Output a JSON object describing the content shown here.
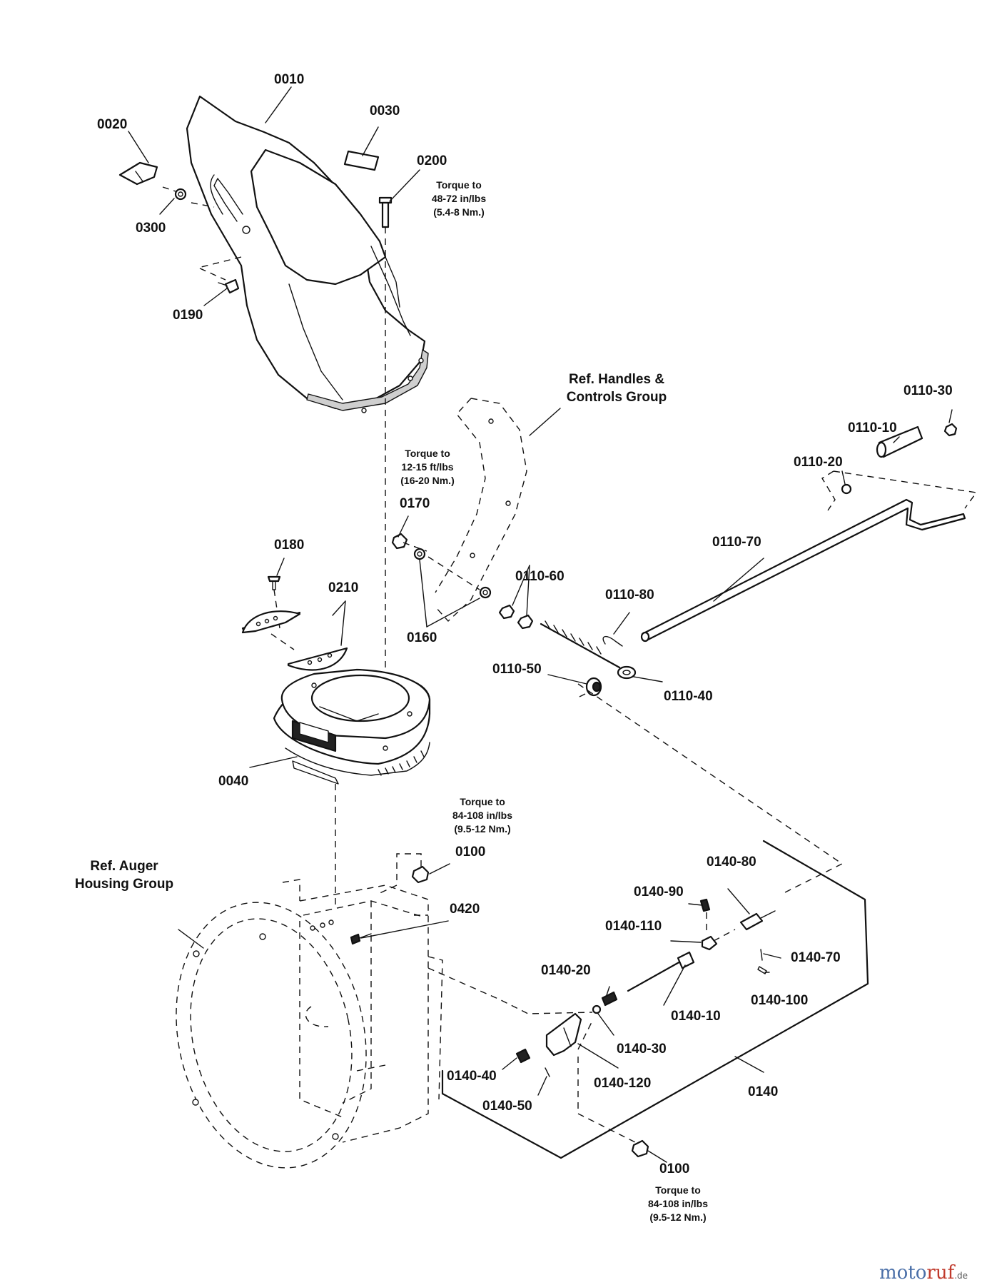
{
  "labels": {
    "p0010": "0010",
    "p0020": "0020",
    "p0030": "0030",
    "p0200": "0200",
    "p0300": "0300",
    "p0190": "0190",
    "p0170": "0170",
    "p0180": "0180",
    "p0210": "0210",
    "p0160": "0160",
    "p0110_60": "0110-60",
    "p0110_80": "0110-80",
    "p0110_50": "0110-50",
    "p0110_40": "0110-40",
    "p0110_70": "0110-70",
    "p0110_30": "0110-30",
    "p0110_10": "0110-10",
    "p0110_20": "0110-20",
    "p0040": "0040",
    "p0100_top": "0100",
    "p0420": "0420",
    "p0140_80": "0140-80",
    "p0140_90": "0140-90",
    "p0140_110": "0140-110",
    "p0140_70": "0140-70",
    "p0140_20": "0140-20",
    "p0140_100": "0140-100",
    "p0140_10": "0140-10",
    "p0140_30": "0140-30",
    "p0140_40": "0140-40",
    "p0140_120": "0140-120",
    "p0140": "0140",
    "p0140_50": "0140-50",
    "p0100_bottom": "0100"
  },
  "notes": {
    "torque_0200": [
      "Torque to",
      "48-72 in/lbs",
      "(5.4-8 Nm.)"
    ],
    "torque_0170": [
      "Torque to",
      "12-15 ft/lbs",
      "(16-20 Nm.)"
    ],
    "torque_0100_top": [
      "Torque to",
      "84-108 in/lbs",
      "(9.5-12 Nm.)"
    ],
    "torque_0100_bottom": [
      "Torque to",
      "84-108 in/lbs",
      "(9.5-12 Nm.)"
    ]
  },
  "references": {
    "handles": [
      "Ref. Handles &",
      "Controls Group"
    ],
    "auger": [
      "Ref. Auger",
      "Housing Group"
    ]
  },
  "watermark": {
    "part1": "moto",
    "part2": "ruf",
    "suffix": ".de"
  }
}
